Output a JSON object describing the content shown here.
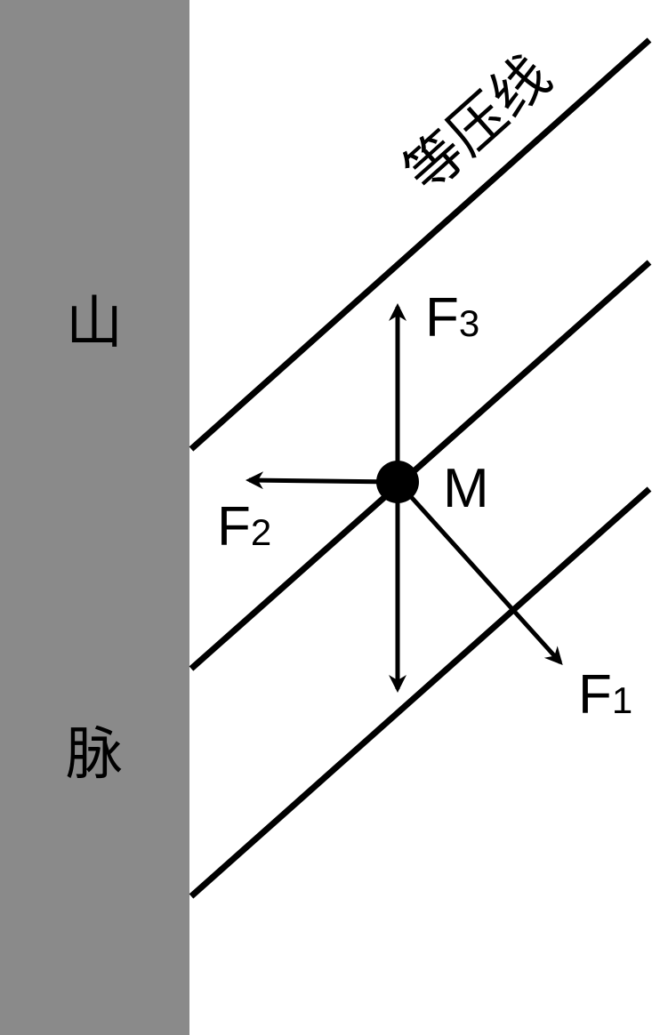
{
  "mountain": {
    "label_top": "山",
    "label_bottom": "脉",
    "color": "#8a8a8a"
  },
  "isobar_label": "等压线",
  "point_label": "M",
  "forces": [
    {
      "name": "F1",
      "letter": "F",
      "subscript": "1"
    },
    {
      "name": "F2",
      "letter": "F",
      "subscript": "2"
    },
    {
      "name": "F3",
      "letter": "F",
      "subscript": "3"
    }
  ],
  "colors": {
    "line": "#000000",
    "background": "#ffffff"
  }
}
